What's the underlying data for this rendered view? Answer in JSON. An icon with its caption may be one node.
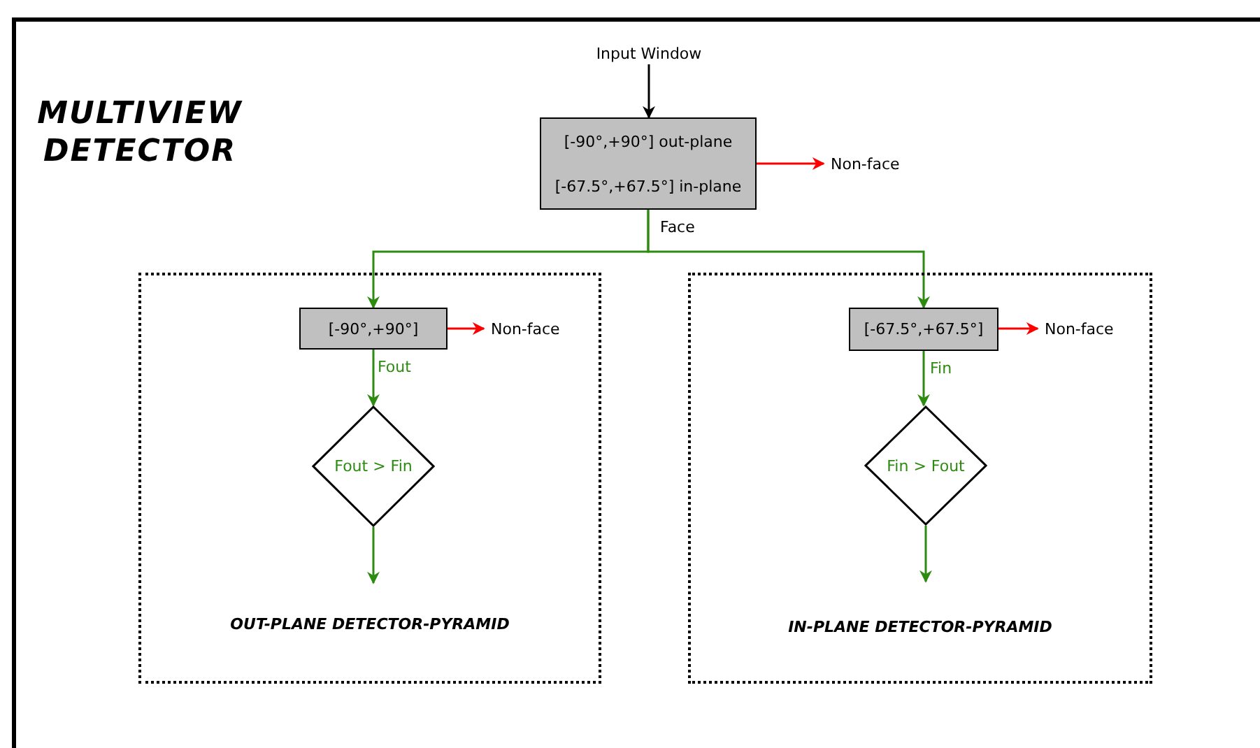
{
  "diagram": {
    "title": "MULTIVIEW DETECTOR",
    "nodes": [
      {
        "text": [
          "Input Window"
        ]
      },
      {
        "text": [
          "[-90°,+90°] out-plane",
          "[-67.5°,+67.5°] in-plane"
        ]
      },
      {
        "text": [
          "Non-face"
        ]
      },
      {
        "text": [
          "OUT-PLANE DETECTOR-PYRAMID"
        ]
      },
      {
        "text": [
          "[-90°,+90°]"
        ],
        "in": 3
      },
      {
        "text": [
          "Non-face"
        ],
        "in": 3
      },
      {
        "text": [
          "Fout > Fin"
        ],
        "in": 3
      },
      {
        "text": [
          "IN-PLANE DETECTOR-PYRAMID"
        ]
      },
      {
        "text": [
          "[-67.5°,+67.5°]"
        ],
        "in": 7
      },
      {
        "text": [
          "Non-face"
        ],
        "in": 7
      },
      {
        "text": [
          "Fin > Fout"
        ],
        "in": 7
      }
    ],
    "edges": [
      {
        "from": 0,
        "to": 1,
        "arrow": "to",
        "color": "#000000"
      },
      {
        "from": 1,
        "to": 2,
        "arrow": "to",
        "color": "#ff0000"
      },
      {
        "from": 1,
        "to": 4,
        "arrow": "to",
        "label": "Face"
      },
      {
        "from": 1,
        "to": 8,
        "arrow": "to"
      },
      {
        "from": 4,
        "to": 5,
        "arrow": "to",
        "color": "#ff0000"
      },
      {
        "from": 4,
        "to": 6,
        "arrow": "to",
        "label": "Fout"
      },
      {
        "from": 6,
        "to": null,
        "arrow": "to"
      },
      {
        "from": 8,
        "to": 9,
        "arrow": "to",
        "color": "#ff0000"
      },
      {
        "from": 8,
        "to": 10,
        "arrow": "to",
        "label": "Fin"
      },
      {
        "from": 10,
        "to": null,
        "arrow": "to"
      }
    ]
  }
}
